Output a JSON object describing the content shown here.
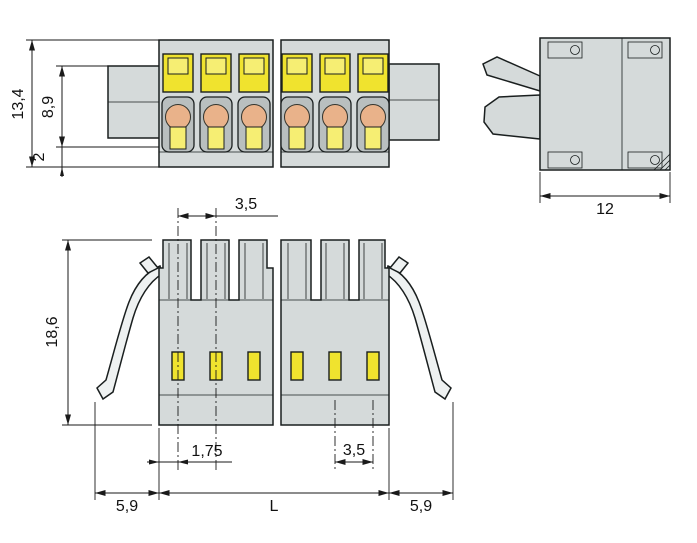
{
  "dims": {
    "front": {
      "total_height": "13,4",
      "upper_height": "8,9",
      "base_height": "2"
    },
    "side": {
      "depth": "12"
    },
    "bottom": {
      "pitch_top": "3,5",
      "height": "18,6",
      "half_pitch": "1,75",
      "pitch": "3,5",
      "lever_left": "5,9",
      "length": "L",
      "lever_right": "5,9"
    }
  },
  "colors": {
    "body_gray": "#d5dada",
    "slot_gray": "#b9bfbf",
    "button_yellow": "#f0e32e",
    "contact_orange": "#e9b28a",
    "line": "#1a1a1a",
    "background": "#ffffff"
  }
}
